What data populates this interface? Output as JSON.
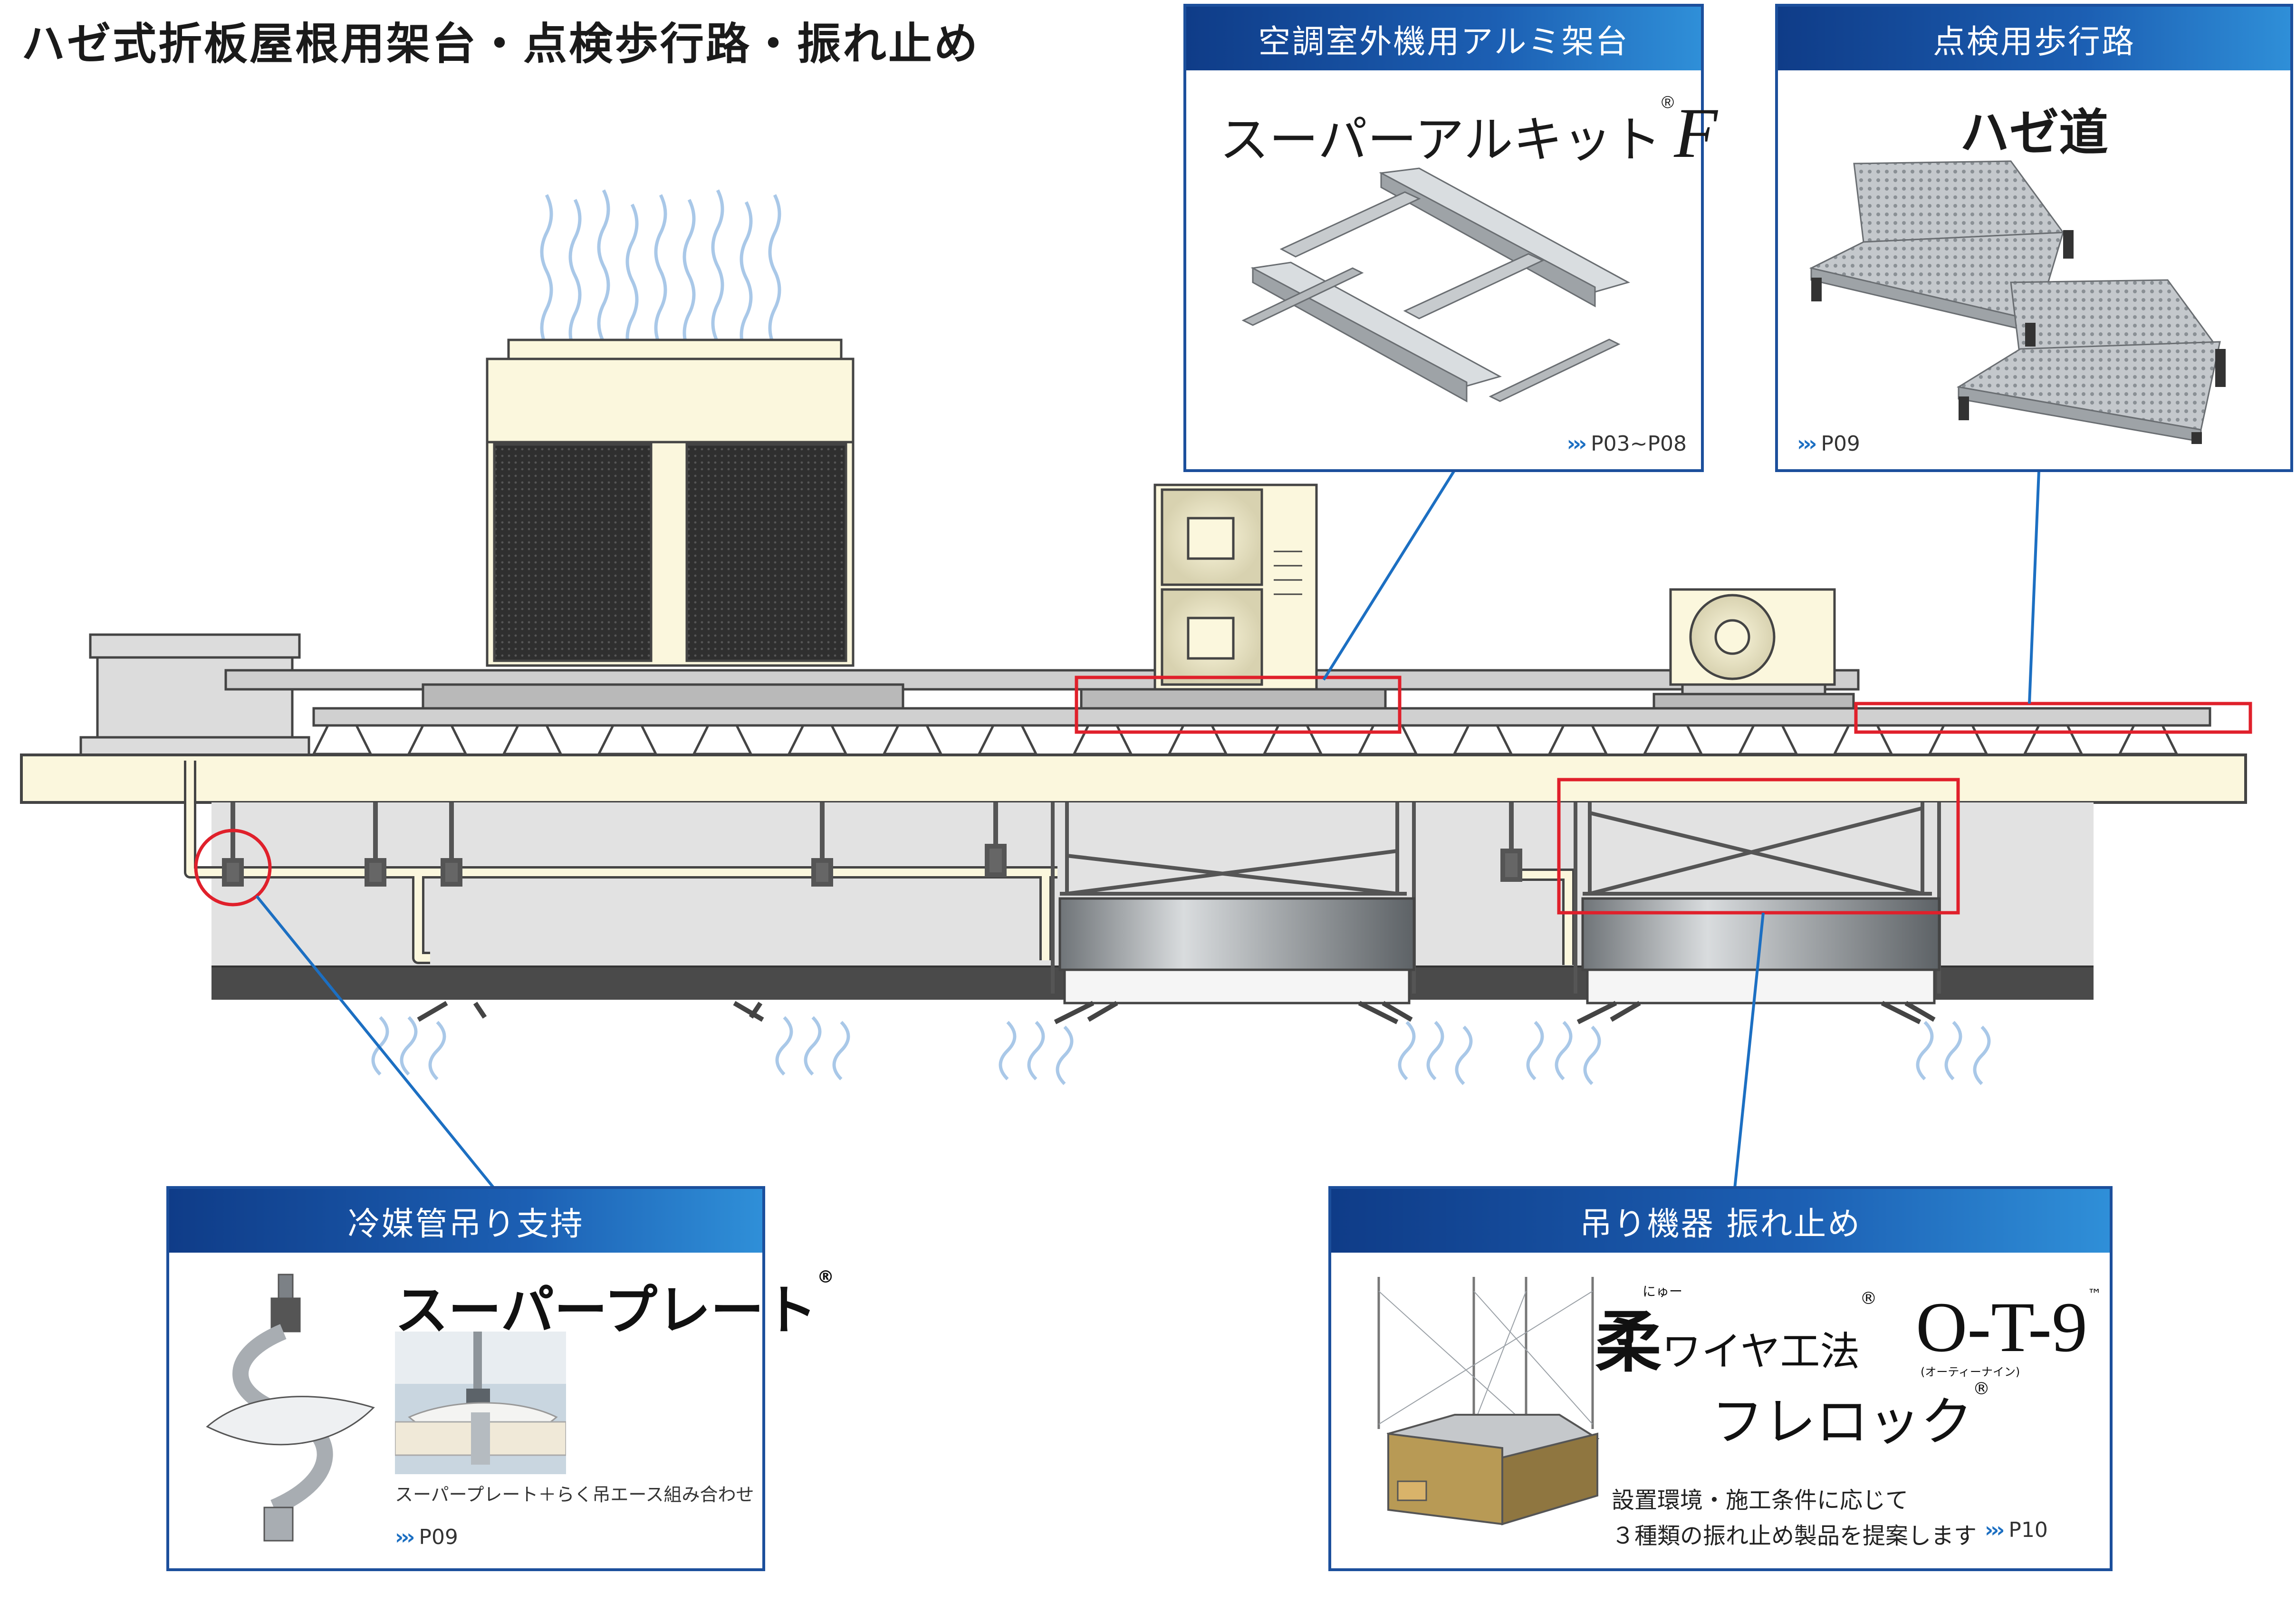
{
  "title": "ハゼ式折板屋根用架台・点検歩行路・振れ止め",
  "colors": {
    "accent": "#1c4f9c",
    "highlight": "#e0202b",
    "structure": "#fbf7dd",
    "outline": "#444444"
  },
  "cards": {
    "aluminum_frame": {
      "header": "空調室外機用アルミ架台",
      "product": "スーパーアルキット",
      "product_suffix": "F",
      "reg": "®",
      "page_ref": "P03~P08"
    },
    "walkway": {
      "header": "点検用歩行路",
      "product": "ハゼ道",
      "page_ref": "P09"
    },
    "pipe_support": {
      "header": "冷媒管吊り支持",
      "product": "スーパープレート",
      "reg": "®",
      "caption": "スーパープレート＋らく吊エース組み合わせ",
      "page_ref": "P09"
    },
    "sway_brace": {
      "header": "吊り機器 振れ止め",
      "product_a": "柔",
      "product_a_ruby": "にゅー",
      "product_a_rest": "ワイヤ工法",
      "product_a_reg": "®",
      "product_b": "O-T-9",
      "product_b_tm": "™",
      "product_b_ruby": "(オーティーナイン)",
      "product_c": "フレロック",
      "product_c_reg": "®",
      "desc_line1": "設置環境・施工条件に応じて",
      "desc_line2": "３種類の振れ止め製品を提案します",
      "page_ref": "P10"
    }
  }
}
